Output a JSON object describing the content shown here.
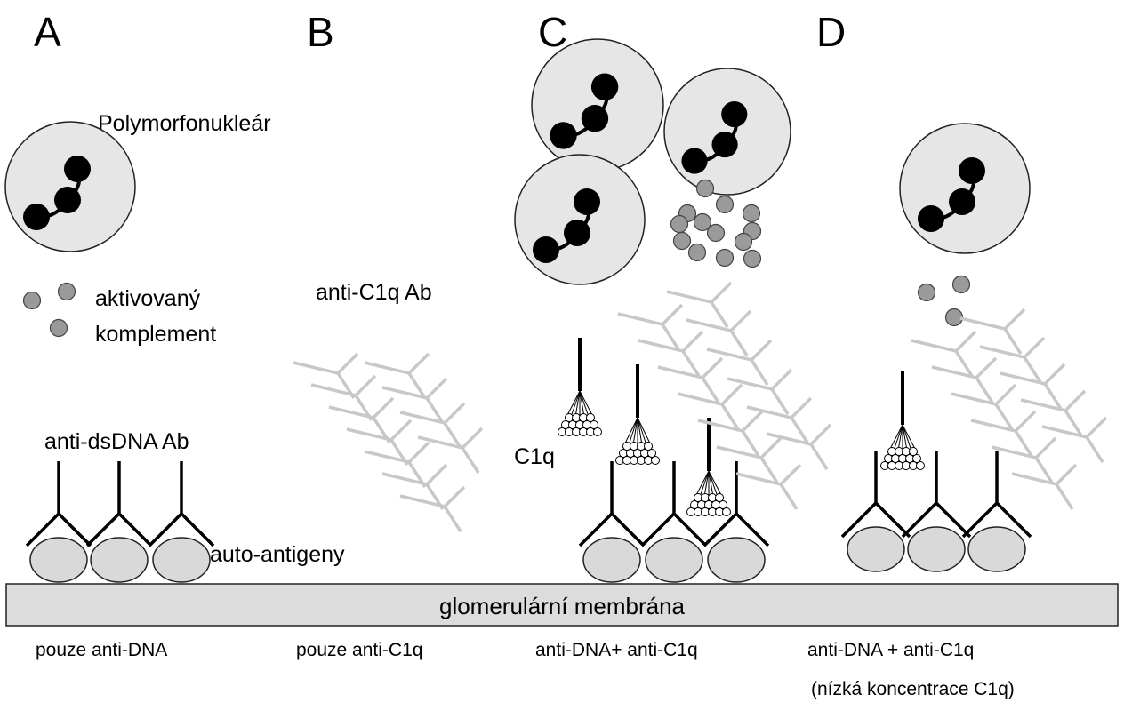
{
  "panels": {
    "a": {
      "letter": "A"
    },
    "b": {
      "letter": "B"
    },
    "c": {
      "letter": "C"
    },
    "d": {
      "letter": "D"
    }
  },
  "labels": {
    "neutrophil": "Polymorfonukleár",
    "complement_line1": "aktivovaný",
    "complement_line2": "komplement",
    "anti_c1q_ab": "anti-C1q Ab",
    "anti_dsdna_ab": "anti-dsDNA Ab",
    "c1q": "C1q",
    "auto_antigens": "auto-antigeny",
    "membrane": "glomerulární membrána"
  },
  "captions": {
    "a": "pouze anti-DNA",
    "b": "pouze anti-C1q",
    "c": "anti-DNA+ anti-C1q",
    "d": "anti-DNA + anti-C1q",
    "d_note": "(nízká koncentrace C1q)"
  },
  "colors": {
    "cell_fill": "#e6e6e6",
    "antigen_fill": "#d9d9d9",
    "membrane_fill": "#dcdcdc",
    "complement_fill": "#9a9a9a",
    "anti_c1q_ab": "#c8c8c8",
    "nucleus": "#000000"
  }
}
